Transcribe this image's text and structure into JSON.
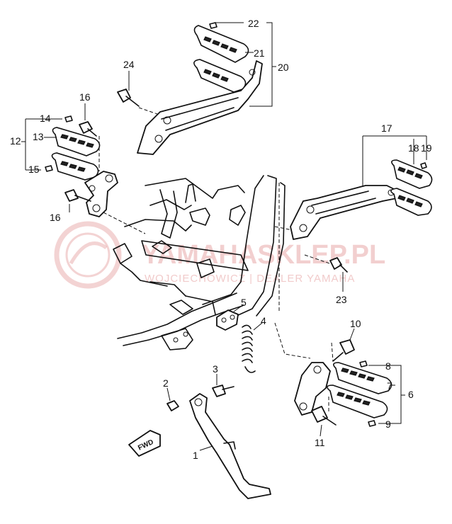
{
  "watermark": {
    "title": "YAMAHASKLEP.PL",
    "subtitle": "WOJCIECHOWICZ | DEALER YAMAHA"
  },
  "direction_badge": "FWD",
  "callouts": [
    "1",
    "2",
    "3",
    "4",
    "5",
    "6",
    "7",
    "8",
    "9",
    "10",
    "11",
    "12",
    "13",
    "14",
    "15",
    "16",
    "16",
    "17",
    "18",
    "19",
    "20",
    "21",
    "22",
    "23",
    "24"
  ],
  "colors": {
    "line": "#111111",
    "watermark": "#e8a8a8"
  }
}
